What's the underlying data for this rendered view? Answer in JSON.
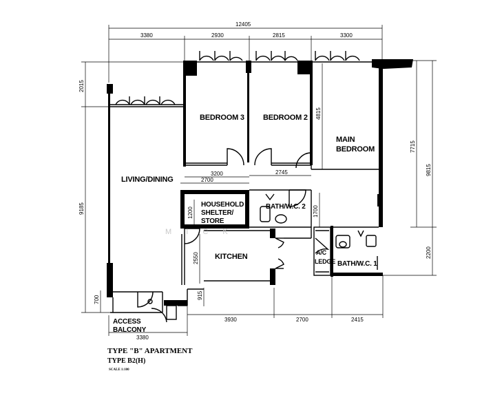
{
  "dimensions": {
    "overall_width": "12405",
    "top_segments": [
      "3380",
      "2930",
      "2815",
      "3300"
    ],
    "left_top": "2015",
    "left_bottom": "9185",
    "right_upper": "7715",
    "right_total": "9815",
    "right_lower": "2200",
    "bedroom_depth": "4815",
    "kitchen_top": "3200",
    "store_top": "2700",
    "bath2_top": "2745",
    "store_side": "1200",
    "bath2_side": "1700",
    "kitchen_side": "2550",
    "bottom_left": "3380",
    "bottom_mid": "3930",
    "bottom_mid2": "2700",
    "bottom_right": "2415",
    "balcony_side": "700",
    "small_side": "915"
  },
  "rooms": {
    "bedroom3": "BEDROOM 3",
    "bedroom2": "BEDROOM 2",
    "main_bedroom_line1": "MAIN",
    "main_bedroom_line2": "BEDROOM",
    "living_dining": "LIVING/DINING",
    "household_line1": "HOUSEHOLD",
    "household_line2": "SHELTER/",
    "household_line3": "STORE",
    "bath2": "BATH/W.C. 2",
    "kitchen": "KITCHEN",
    "ac_ledge_line1": "A/C",
    "ac_ledge_line2": "LEDGE",
    "bath1": "BATH/W.C. 1",
    "access_balcony_line1": "ACCESS",
    "access_balcony_line2": "BALCONY"
  },
  "caption": {
    "type_line": "TYPE \"B\" APARTMENT",
    "subtype_line": "TYPE B2(H)",
    "scale": "SCALE 1:100"
  },
  "watermark": "M I C K"
}
